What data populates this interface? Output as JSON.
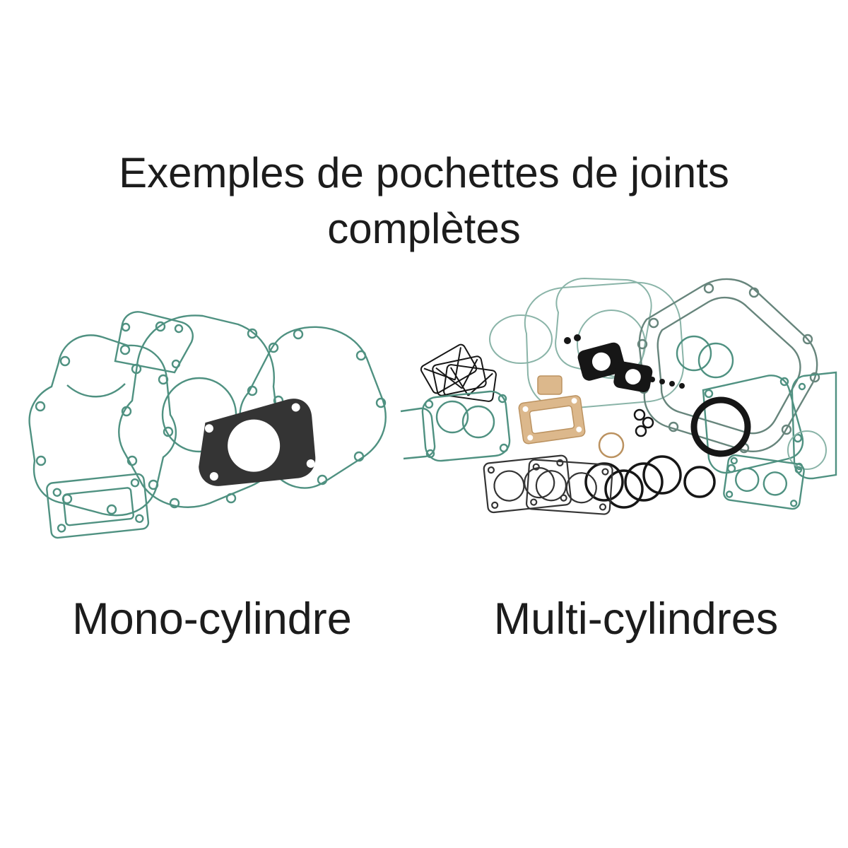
{
  "title": {
    "line1": "Exemples de pochettes de joints",
    "line2": "complètes"
  },
  "labels": {
    "left": "Mono-cylindre",
    "right": "Multi-cylindres"
  },
  "illustrations": {
    "left": "mono-cylinder-complete-gasket-set",
    "right": "multi-cylinder-complete-gasket-set"
  },
  "colors": {
    "background": "#ffffff",
    "text": "#1c1c1c",
    "gasket_teal": "#4f9181",
    "gasket_teal_light": "#8ab4a8",
    "gasket_gray": "#67857c",
    "gasket_dark": "#343434",
    "gasket_black": "#161616",
    "gasket_tan": "#dcb88c",
    "gasket_tan_dark": "#bb9260"
  }
}
